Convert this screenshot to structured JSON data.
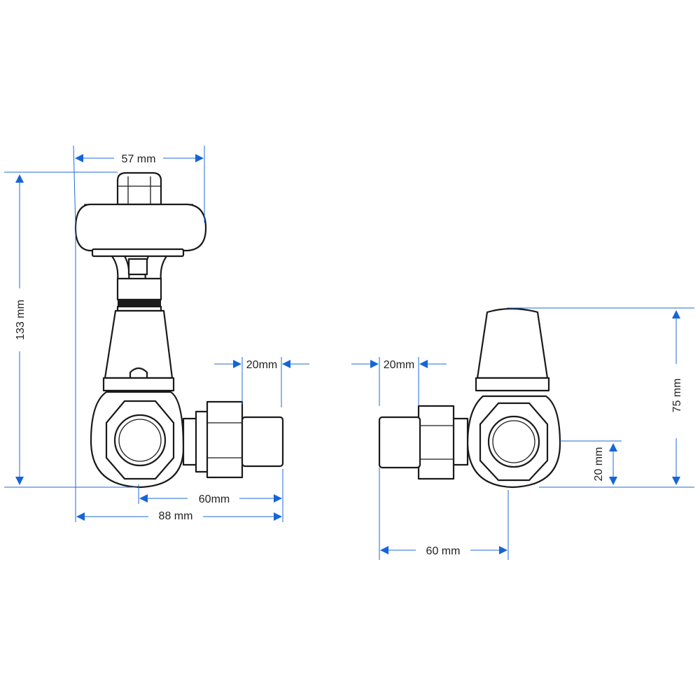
{
  "colors": {
    "dimension": "#1565d8",
    "outline": "#1a1a1a",
    "background": "#ffffff"
  },
  "left_view": {
    "top_width_label": "57 mm",
    "height_label": "133 mm",
    "tail_length_label": "20mm",
    "center_to_end_label": "60mm",
    "overall_width_label": "88 mm"
  },
  "right_view": {
    "tail_length_label": "20mm",
    "height_label": "75 mm",
    "pipe_center_label": "20 mm",
    "center_to_end_label": "60 mm"
  }
}
